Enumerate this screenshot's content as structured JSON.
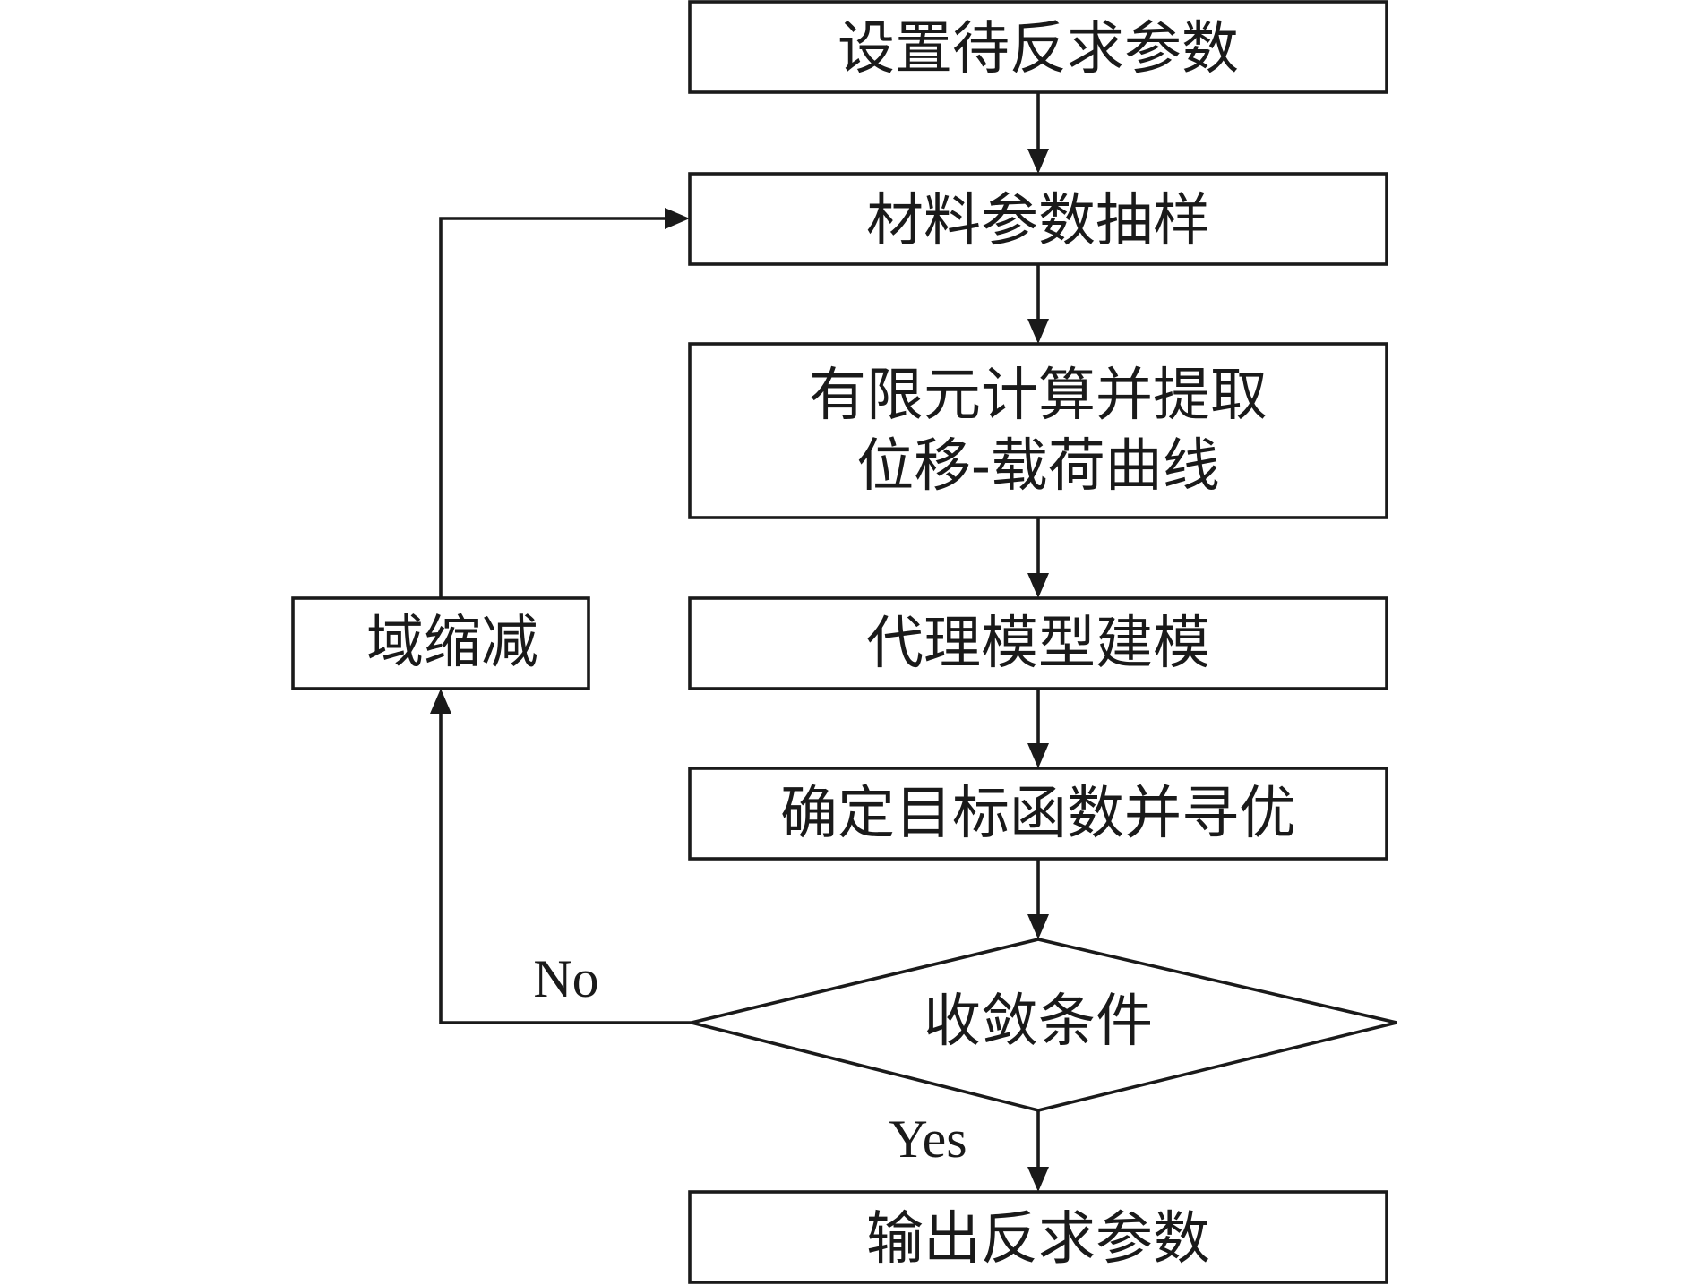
{
  "nodes": {
    "set_params": "设置待反求参数",
    "sampling": "材料参数抽样",
    "fe_calc_line1": "有限元计算并提取",
    "fe_calc_line2": "位移-载荷曲线",
    "surrogate": "代理模型建模",
    "objective": "确定目标函数并寻优",
    "convergence": "收敛条件",
    "domain_reduce": "域缩减",
    "output": "输出反求参数"
  },
  "branches": {
    "no": "No",
    "yes": "Yes"
  }
}
